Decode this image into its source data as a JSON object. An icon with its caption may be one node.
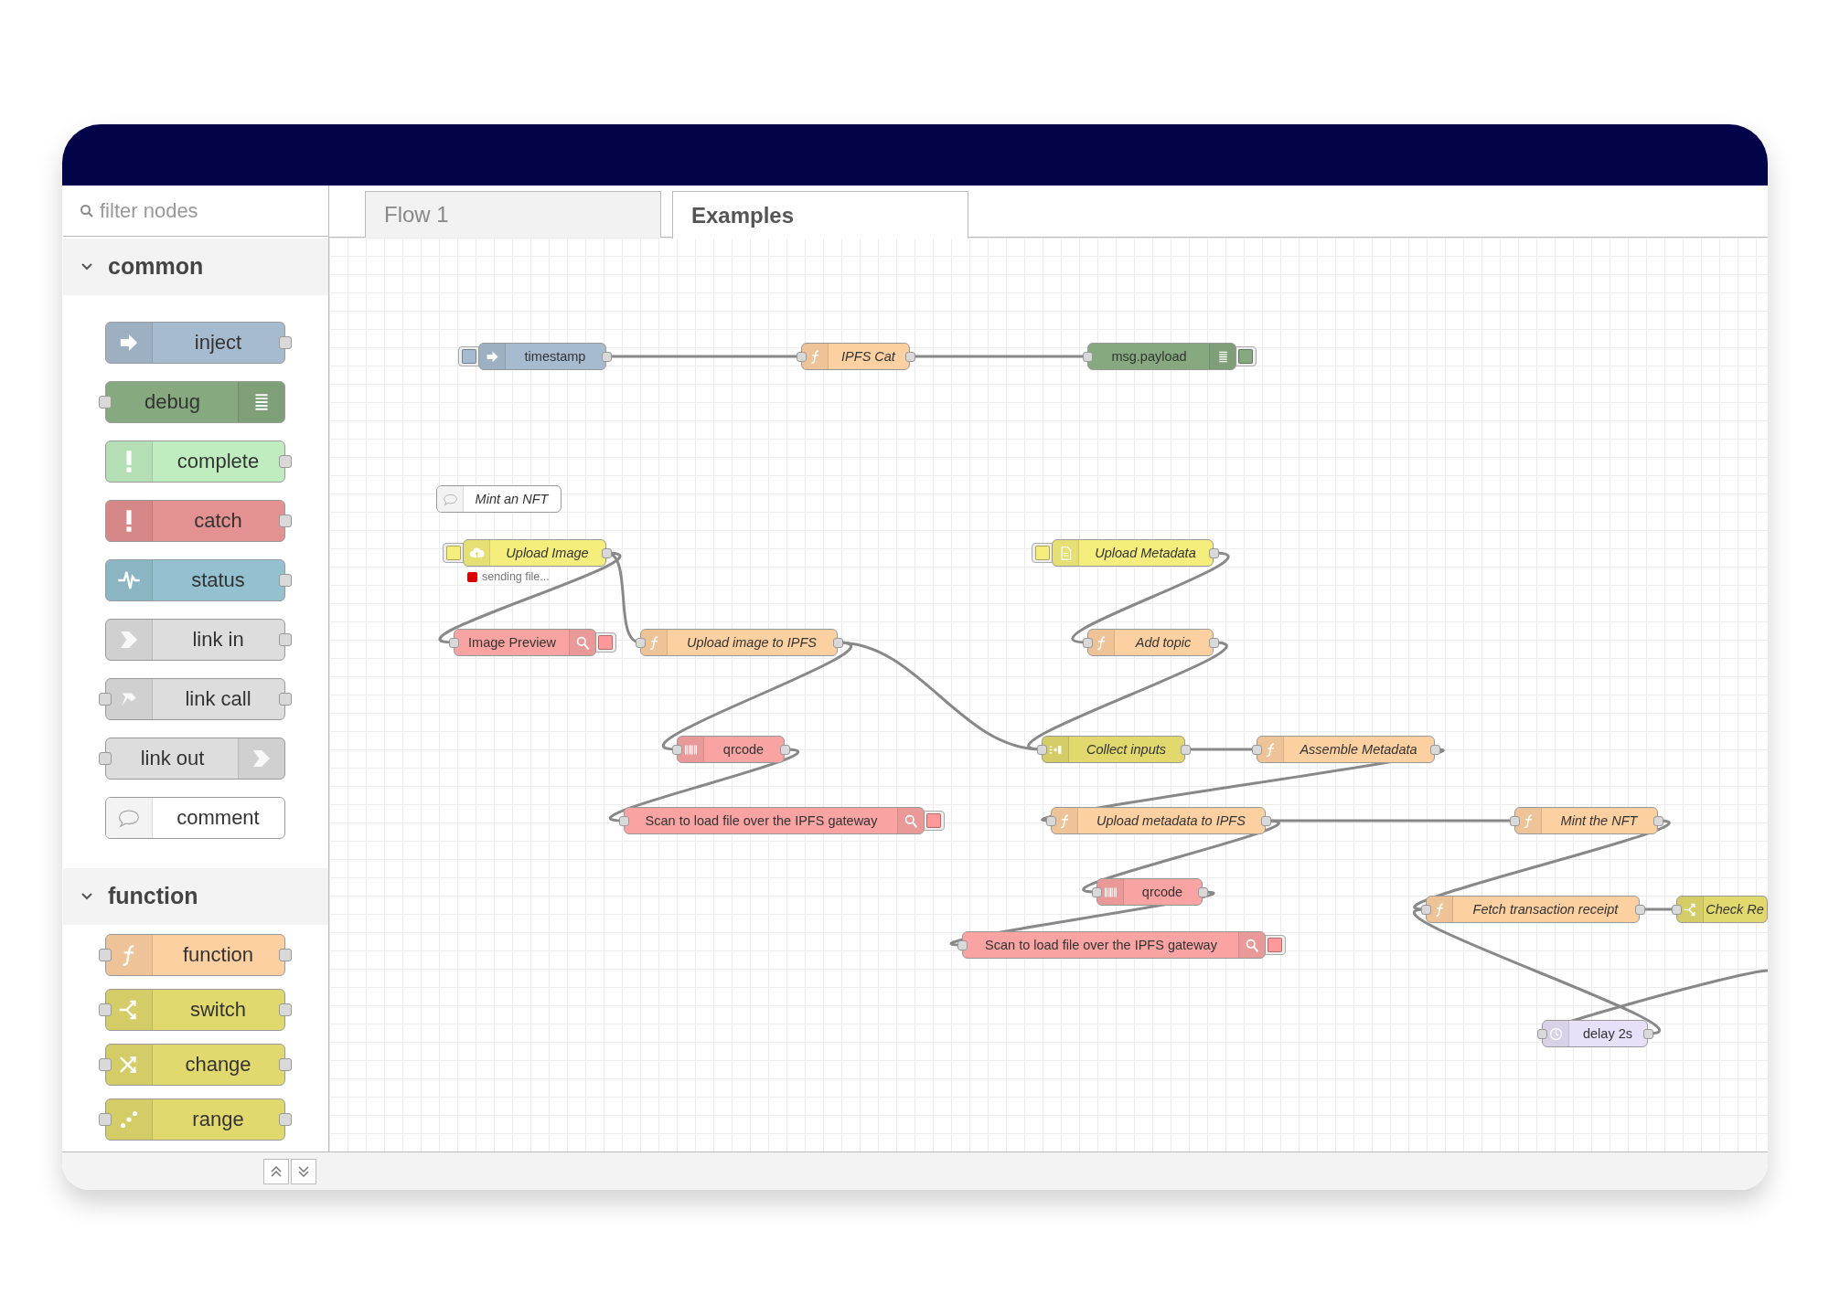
{
  "diagram": {
    "nodes": [
      {
        "text": [
          "inject"
        ]
      },
      {
        "text": [
          "debug"
        ]
      },
      {
        "text": [
          "complete"
        ]
      },
      {
        "text": [
          "catch"
        ]
      },
      {
        "text": [
          "status"
        ]
      },
      {
        "text": [
          "link in"
        ]
      },
      {
        "text": [
          "link call"
        ]
      },
      {
        "text": [
          "link out"
        ]
      },
      {
        "text": [
          "comment"
        ]
      },
      {
        "text": [
          "function"
        ]
      },
      {
        "text": [
          "switch"
        ]
      },
      {
        "text": [
          "change"
        ]
      },
      {
        "text": [
          "range"
        ]
      },
      {
        "text": [
          "timestamp"
        ]
      },
      {
        "text": [
          "IPFS Cat"
        ]
      },
      {
        "text": [
          "msg.payload"
        ]
      },
      {
        "text": [
          "Mint an NFT"
        ]
      },
      {
        "text": [
          "Upload Image"
        ],
        "beside": [
          "sending file..."
        ]
      },
      {
        "text": [
          "Upload Metadata"
        ]
      },
      {
        "text": [
          "Image Preview"
        ]
      },
      {
        "text": [
          "Upload image to IPFS"
        ]
      },
      {
        "text": [
          "Add topic"
        ]
      },
      {
        "text": [
          "qrcode"
        ]
      },
      {
        "text": [
          "Collect inputs"
        ]
      },
      {
        "text": [
          "Assemble Metadata"
        ]
      },
      {
        "text": [
          "Scan to load file over the IPFS gateway"
        ]
      },
      {
        "text": [
          "Upload metadata to IPFS"
        ]
      },
      {
        "text": [
          "Mint the NFT"
        ]
      },
      {
        "text": [
          "qrcode"
        ]
      },
      {
        "text": [
          "Fetch transaction receipt"
        ]
      },
      {
        "text": [
          "Check Re"
        ]
      },
      {
        "text": [
          "Scan to load file over the IPFS gateway"
        ]
      },
      {
        "text": [
          "delay 2s"
        ]
      }
    ],
    "edges": [
      {
        "from": 13,
        "to": 14,
        "arrow": "none"
      },
      {
        "from": 14,
        "to": 15,
        "arrow": "none"
      },
      {
        "from": 17,
        "to": 19,
        "arrow": "none"
      },
      {
        "from": 17,
        "to": 20,
        "arrow": "none"
      },
      {
        "from": 20,
        "to": 22,
        "arrow": "none"
      },
      {
        "from": 20,
        "to": 23,
        "arrow": "none"
      },
      {
        "from": 22,
        "to": 25,
        "arrow": "none"
      },
      {
        "from": 18,
        "to": 21,
        "arrow": "none"
      },
      {
        "from": 21,
        "to": 23,
        "arrow": "none"
      },
      {
        "from": 23,
        "to": 24,
        "arrow": "none"
      },
      {
        "from": 24,
        "to": 26,
        "arrow": "none"
      },
      {
        "from": 26,
        "to": 28,
        "arrow": "none"
      },
      {
        "from": 26,
        "to": 27,
        "arrow": "none"
      },
      {
        "from": 28,
        "to": 31,
        "arrow": "none"
      },
      {
        "from": 27,
        "to": 29,
        "arrow": "none"
      },
      {
        "from": 29,
        "to": 30,
        "arrow": "none"
      },
      {
        "from": 32,
        "to": 29,
        "arrow": "none"
      },
      {
        "from": null,
        "to": 32,
        "arrow": "none"
      }
    ],
    "labels": [
      "filter nodes",
      "Flow 1",
      "Examples",
      "common",
      "function"
    ]
  }
}
